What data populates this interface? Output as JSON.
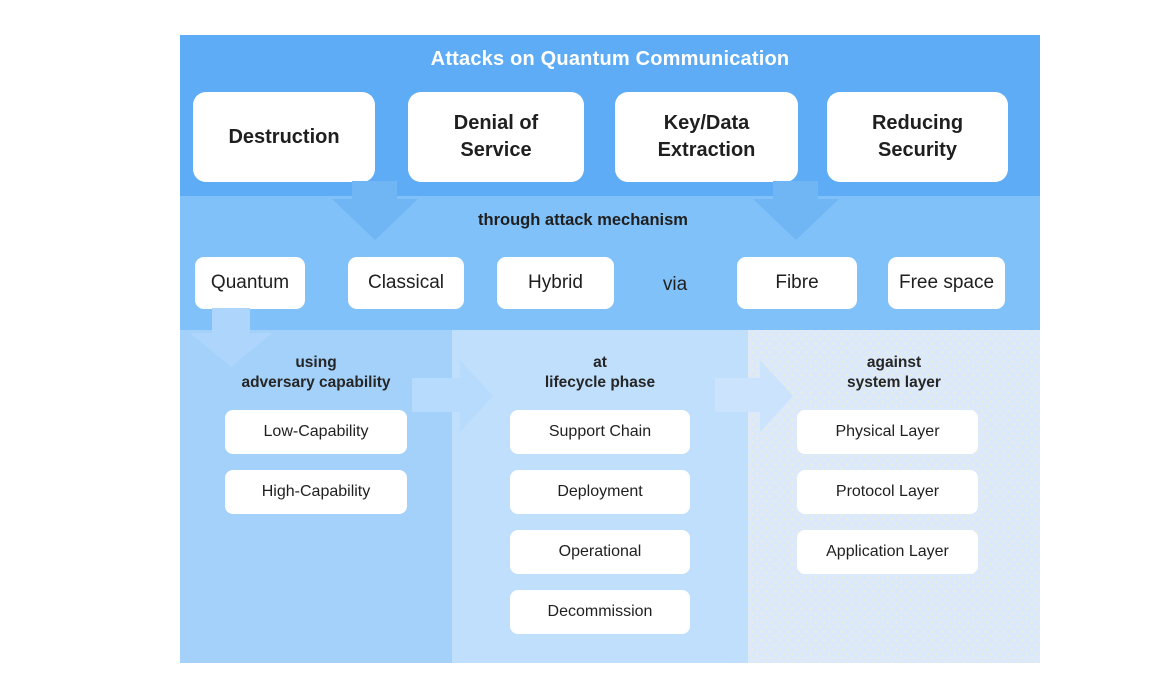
{
  "diagram": {
    "title": "Attacks on Quantum Communication",
    "attack_goals": [
      "Destruction",
      "Denial of Service",
      "Key/Data Extraction",
      "Reducing Security"
    ],
    "mechanism_band": {
      "label": "through attack mechanism",
      "mechanisms": [
        "Quantum",
        "Classical",
        "Hybrid"
      ],
      "via_label": "via",
      "media": [
        "Fibre",
        "Free space"
      ]
    },
    "columns": [
      {
        "title": "using\nadversary capability",
        "items": [
          "Low-Capability",
          "High-Capability"
        ]
      },
      {
        "title": "at\nlifecycle phase",
        "items": [
          "Support Chain",
          "Deployment",
          "Operational",
          "Decommission"
        ]
      },
      {
        "title": "against\nsystem layer",
        "items": [
          "Physical Layer",
          "Protocol Layer",
          "Application Layer"
        ]
      }
    ],
    "colors": {
      "top_band": "#5dacf5",
      "middle_band": "#80c1f9",
      "column_1": "#a4d1fa",
      "column_2": "#bfdffc",
      "column_3": "#dce9fa",
      "column_3_dot": "#e9edd9",
      "arrow_top": "#70b5f4",
      "arrow_into_column_1": "#aed6fc",
      "arrow_col1_col2": "#b7dbfc",
      "arrow_col2_col3": "#cbe3fc",
      "box_fill": "#ffffff",
      "title_text": "#ffffff",
      "label_text": "#1f1f1f"
    }
  }
}
